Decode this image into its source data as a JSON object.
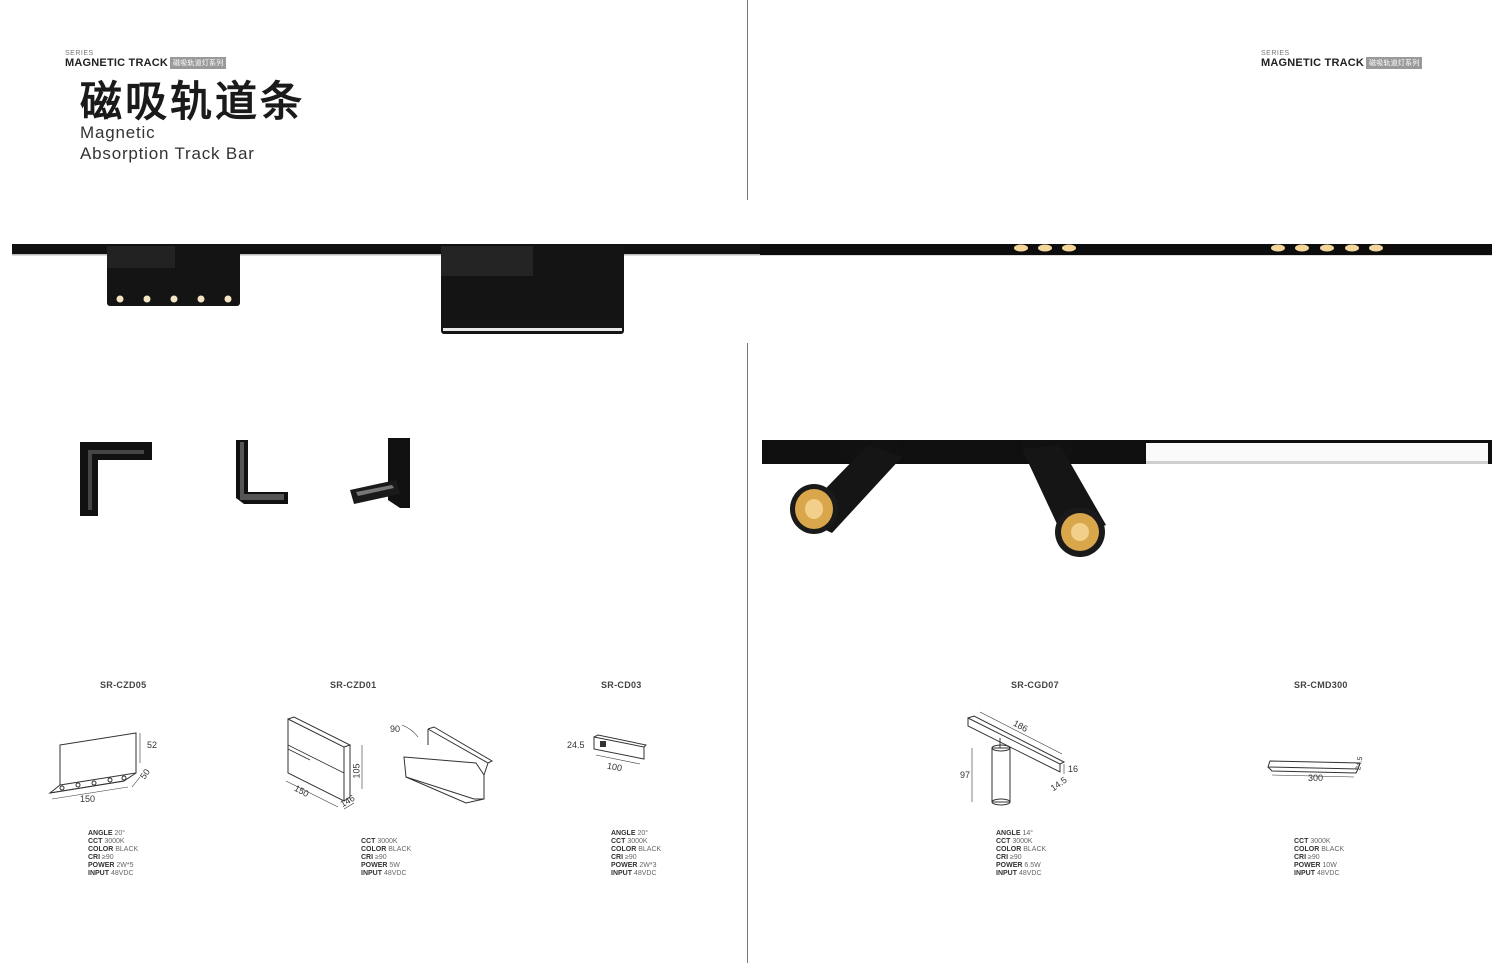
{
  "header": {
    "left": {
      "series_small": "SERIES",
      "series_big": "MAGNETIC TRACK",
      "series_tag": "磁吸轨道灯系列"
    },
    "right": {
      "series_small": "SERIES",
      "series_big": "MAGNETIC TRACK",
      "series_tag": "磁吸轨道灯系列"
    },
    "title_cn": "磁吸轨道条",
    "title_en_line1": "Magnetic",
    "title_en_line2": "Absorption Track Bar"
  },
  "icons": {
    "track_light_product": "track-light-photo",
    "connector_product": "connector-photo",
    "spotlight_product": "spotlight-photo",
    "dimension_drawing": "line-drawing"
  },
  "colors": {
    "fixture": "#111111",
    "lens": "#d9a64c",
    "rule": "#777777"
  },
  "products": [
    {
      "model": "SR-CZD05",
      "dims": [
        "52",
        "50",
        "150"
      ],
      "specs": [
        {
          "k": "ANGLE",
          "v": "20°"
        },
        {
          "k": "CCT",
          "v": "3000K"
        },
        {
          "k": "COLOR",
          "v": "BLACK"
        },
        {
          "k": "CRI",
          "v": "≥90"
        },
        {
          "k": "POWER",
          "v": "2W*5"
        },
        {
          "k": "INPUT",
          "v": "48VDC"
        }
      ]
    },
    {
      "model": "SR-CZD01",
      "dims": [
        "90",
        "105",
        "150",
        "146"
      ],
      "specs": [
        {
          "k": "CCT",
          "v": "3000K"
        },
        {
          "k": "COLOR",
          "v": "BLACK"
        },
        {
          "k": "CRI",
          "v": "≥90"
        },
        {
          "k": "POWER",
          "v": "5W"
        },
        {
          "k": "INPUT",
          "v": "48VDC"
        }
      ]
    },
    {
      "model": "SR-CD03",
      "dims": [
        "24.5",
        "100"
      ],
      "specs": [
        {
          "k": "ANGLE",
          "v": "20°"
        },
        {
          "k": "CCT",
          "v": "3000K"
        },
        {
          "k": "COLOR",
          "v": "BLACK"
        },
        {
          "k": "CRI",
          "v": "≥90"
        },
        {
          "k": "POWER",
          "v": "2W*3"
        },
        {
          "k": "INPUT",
          "v": "48VDC"
        }
      ]
    },
    {
      "model": "SR-CGD07",
      "dims": [
        "186",
        "16",
        "97",
        "14.5"
      ],
      "specs": [
        {
          "k": "ANGLE",
          "v": "14°"
        },
        {
          "k": "CCT",
          "v": "3000K"
        },
        {
          "k": "COLOR",
          "v": "BLACK"
        },
        {
          "k": "CRI",
          "v": "≥90"
        },
        {
          "k": "POWER",
          "v": "6.5W"
        },
        {
          "k": "INPUT",
          "v": "48VDC"
        }
      ]
    },
    {
      "model": "SR-CMD300",
      "dims": [
        "300",
        "24.5"
      ],
      "specs": [
        {
          "k": "CCT",
          "v": "3000K"
        },
        {
          "k": "COLOR",
          "v": "BLACK"
        },
        {
          "k": "CRI",
          "v": "≥90"
        },
        {
          "k": "POWER",
          "v": "10W"
        },
        {
          "k": "INPUT",
          "v": "48VDC"
        }
      ]
    }
  ]
}
